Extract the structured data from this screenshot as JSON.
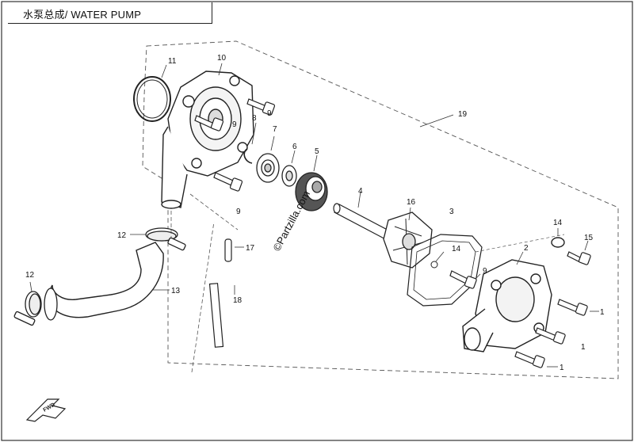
{
  "title": "水泵总成/ WATER PUMP",
  "watermark": "©Partzilla.com",
  "fwd_label": "FWD",
  "callouts": {
    "c1a": "1",
    "c1b": "1",
    "c1c": "1",
    "c2": "2",
    "c3": "3",
    "c4": "4",
    "c5": "5",
    "c6": "6",
    "c7": "7",
    "c8": "8",
    "c9a": "9",
    "c9b": "9",
    "c9c": "9",
    "c9d": "9",
    "c10": "10",
    "c11": "11",
    "c12a": "12",
    "c12b": "12",
    "c13": "13",
    "c14a": "14",
    "c14b": "14",
    "c15": "15",
    "c16": "16",
    "c17": "17",
    "c18": "18",
    "c19": "19"
  }
}
